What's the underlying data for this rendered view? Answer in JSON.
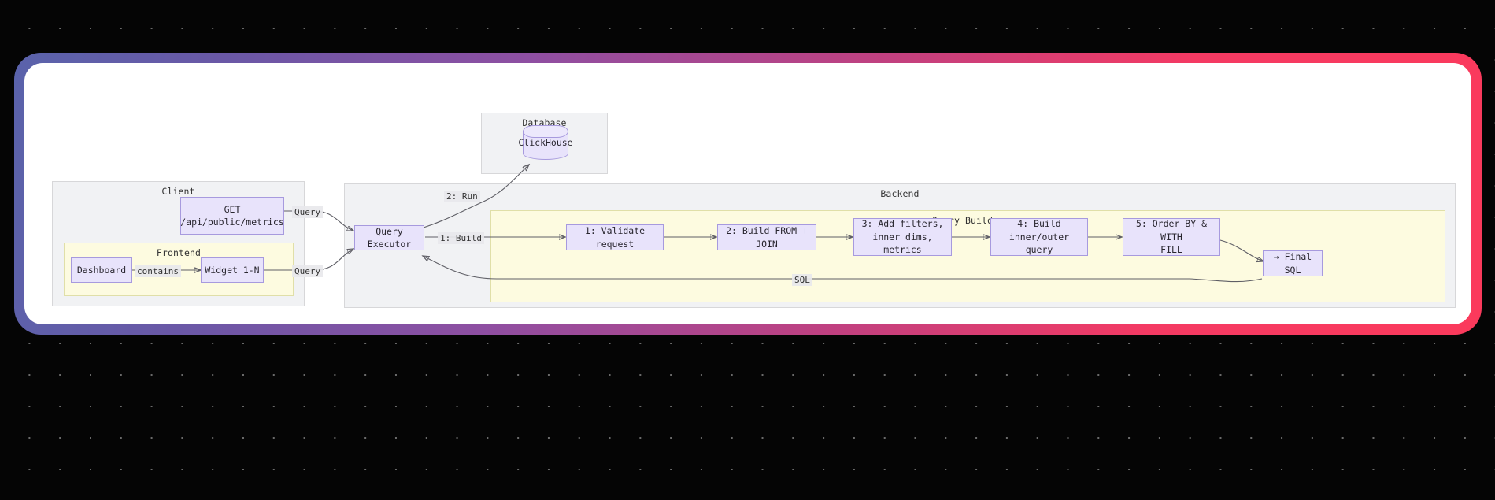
{
  "diagram": {
    "type": "sequence-component-flow",
    "groups": [
      {
        "id": "client",
        "label": "Client"
      },
      {
        "id": "frontend",
        "label": "Frontend"
      },
      {
        "id": "database",
        "label": "Database"
      },
      {
        "id": "backend",
        "label": "Backend"
      },
      {
        "id": "query_builder",
        "label": "Query Builder"
      }
    ],
    "nodes": [
      {
        "id": "api",
        "label": "GET\n/api/public/metrics",
        "shape": "rect"
      },
      {
        "id": "dashboard",
        "label": "Dashboard",
        "shape": "rect"
      },
      {
        "id": "widget",
        "label": "Widget 1-N",
        "shape": "rect"
      },
      {
        "id": "clickhouse",
        "label": "ClickHouse",
        "shape": "cylinder"
      },
      {
        "id": "executor",
        "label": "Query Executor",
        "shape": "rect"
      },
      {
        "id": "step1",
        "label": "1: Validate request",
        "shape": "rect"
      },
      {
        "id": "step2",
        "label": "2: Build FROM + JOIN",
        "shape": "rect"
      },
      {
        "id": "step3",
        "label": "3: Add filters,\ninner dims, metrics",
        "shape": "rect"
      },
      {
        "id": "step4",
        "label": "4: Build\ninner/outer query",
        "shape": "rect"
      },
      {
        "id": "step5",
        "label": "5: Order BY & WITH\nFILL",
        "shape": "rect"
      },
      {
        "id": "finalsql",
        "label": "→ Final SQL",
        "shape": "rect"
      }
    ],
    "edge_labels": [
      {
        "id": "query_top",
        "label": "Query"
      },
      {
        "id": "query_bottom",
        "label": "Query"
      },
      {
        "id": "contains",
        "label": "contains"
      },
      {
        "id": "build",
        "label": "1: Build"
      },
      {
        "id": "run",
        "label": "2: Run"
      },
      {
        "id": "sql",
        "label": "SQL"
      }
    ],
    "colors": {
      "node_fill": "#e8e3fb",
      "node_stroke": "#a79ade",
      "group_fill": "#f1f2f4",
      "group_stroke": "#d7d7d9",
      "subgroup_fill": "#fdfbe0",
      "subgroup_stroke": "#e0dfa8",
      "edge_stroke": "#5f5f66",
      "frame_gradient_start": "#5a63ab",
      "frame_gradient_end": "#fb3a5c",
      "canvas": "#ffffff",
      "backdrop": "#050505"
    }
  }
}
